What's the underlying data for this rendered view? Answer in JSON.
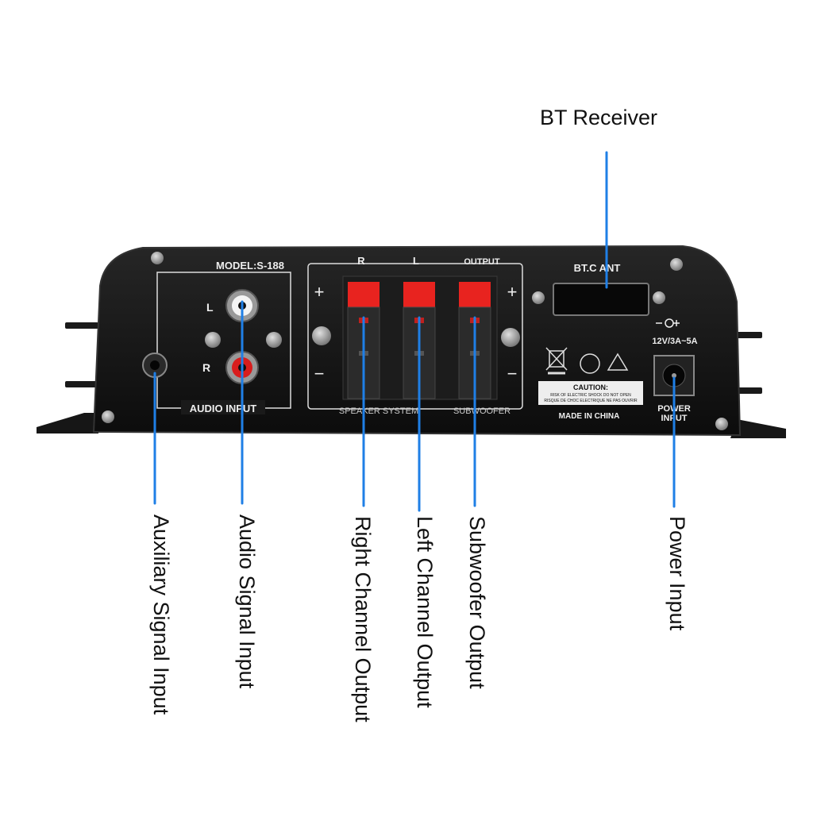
{
  "panel": {
    "model": "MODEL:S-188",
    "audio_input": "AUDIO INPUT",
    "channel_l": "L",
    "channel_r": "R",
    "speaker_r": "R",
    "speaker_l": "L",
    "output": "OUTPUT",
    "plus": "+",
    "minus": "−",
    "speaker_system": "SPEAKER  SYSTEM",
    "subwoofer": "SUBWOOFER",
    "bt_ant": "BT.C ANT",
    "voltage": "12V/3A~5A",
    "caution": "CAUTION:",
    "caution_line1": "RISK OF ELECTRIC SHOCK DO NOT OPEN",
    "caution_line2": "RISQUE DE CHOC ELECTRIQUE NE PAS OUVRIR",
    "made_in": "MADE IN CHINA",
    "power_input_1": "POWER",
    "power_input_2": "INPUT"
  },
  "callouts": {
    "bt_receiver": "BT Receiver",
    "auxiliary": "Auxiliary Signal Input",
    "audio_signal": "Audio Signal Input",
    "right_channel": "Right Channel Output",
    "left_channel": "Left Channel Output",
    "subwoofer": "Subwoofer Output",
    "power": "Power Input"
  },
  "colors": {
    "leader_line": "#1f7fe6",
    "panel": "#141414",
    "terminal_red": "#e8231f",
    "rca_red": "#d81d1d"
  }
}
